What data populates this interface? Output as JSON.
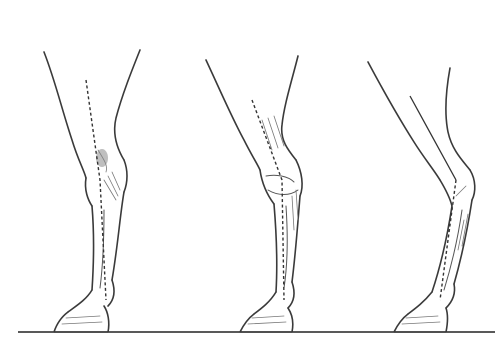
{
  "illustration": {
    "subject": "horse-foreleg-conformation-side-view",
    "panels": [
      {
        "id": "leg-1",
        "axis_style": "dashed"
      },
      {
        "id": "leg-2",
        "axis_style": "dashed"
      },
      {
        "id": "leg-3",
        "axis_style": "solid"
      }
    ],
    "colors": {
      "ink": "#3a3a3a",
      "background": "#ffffff"
    }
  }
}
